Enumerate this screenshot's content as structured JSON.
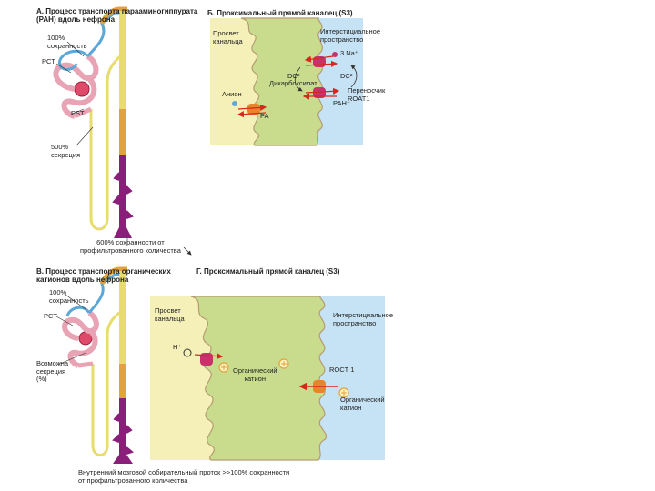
{
  "panel_a": {
    "title": "А. Процесс транспорта парааминогиппурата\n(PAH) вдоль нефрона",
    "label_100": "100%\nсохранность",
    "label_pct": "PCT",
    "label_pst": "PST",
    "label_secretion": "500%\nсекреция",
    "label_bottom": "600% сохранности от\nпрофильтрованного количества"
  },
  "panel_b": {
    "title": "Б. Проксимальный прямой каналец (S3)",
    "lumen": "Просвет\nканальца",
    "interstitium": "Интерстициальное\nпространство",
    "na": "3 Na⁺",
    "dc_left": "DC²⁻",
    "dicarboxylate": "Дикарбоксилат",
    "dc_right": "DC²⁻",
    "transporter": "Переносчик\nROAT1",
    "anion": "Анион",
    "pa": "PA⁻",
    "pah": "PAH⁻"
  },
  "panel_c": {
    "title": "В. Процесс транспорта органических\nкатионов вдоль нефрона",
    "label_100": "100%\nсохранность",
    "label_pct": "PCT",
    "label_secretion": "Возможна\nсекреция\n(%)",
    "label_bottom": "Внутренний мозговой собирательный проток >>100% сохранности\nот профильтрованного количества"
  },
  "panel_d": {
    "title": "Г. Проксимальный прямой каналец (S3)",
    "lumen": "Просвет\nканальца",
    "interstitium": "Интерстициальное\nпространство",
    "h": "H⁺",
    "organic_cation": "Органический\nкатион",
    "roct": "ROCT 1",
    "organic_cation_right": "Органический\nкатион"
  },
  "colors": {
    "lumen": "#f5f0b8",
    "cell": "#c9dc8e",
    "interstitium": "#c6e2f5",
    "blue_tubule": "#5aa7d8",
    "orange_tubule": "#e3a23c",
    "yellow_tubule": "#e7dc6c",
    "purple_duct": "#8a1f7a",
    "pink_tubule": "#e8a4b4",
    "transporter": "#c8326a",
    "transporter_orange": "#e8852a",
    "arrow_red": "#d9261c"
  }
}
